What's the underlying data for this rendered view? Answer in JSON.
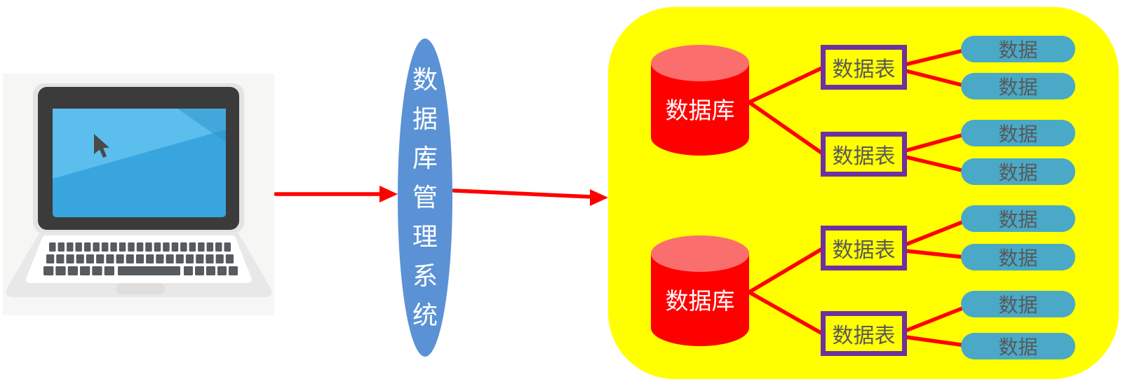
{
  "dbms": {
    "label": "数据库管理系统"
  },
  "databases": [
    {
      "label": "数据库",
      "tables": [
        {
          "label": "数据表",
          "items": [
            {
              "label": "数据"
            },
            {
              "label": "数据"
            }
          ]
        },
        {
          "label": "数据表",
          "items": [
            {
              "label": "数据"
            },
            {
              "label": "数据"
            }
          ]
        }
      ]
    },
    {
      "label": "数据库",
      "tables": [
        {
          "label": "数据表",
          "items": [
            {
              "label": "数据"
            },
            {
              "label": "数据"
            }
          ]
        },
        {
          "label": "数据表",
          "items": [
            {
              "label": "数据"
            },
            {
              "label": "数据"
            }
          ]
        }
      ]
    }
  ],
  "colors": {
    "storage_container": "#ffff00",
    "database_cylinder": "#ff0000",
    "database_cylinder_top": "#fb6e6e",
    "table_border": "#7030a0",
    "table_fill": "#ffff00",
    "data_pill": "#4aa9c7",
    "dbms_ellipse": "#5b92d6",
    "connector_arrow": "#ff0000",
    "node_text": "#595959",
    "inverse_text": "#ffffff"
  }
}
